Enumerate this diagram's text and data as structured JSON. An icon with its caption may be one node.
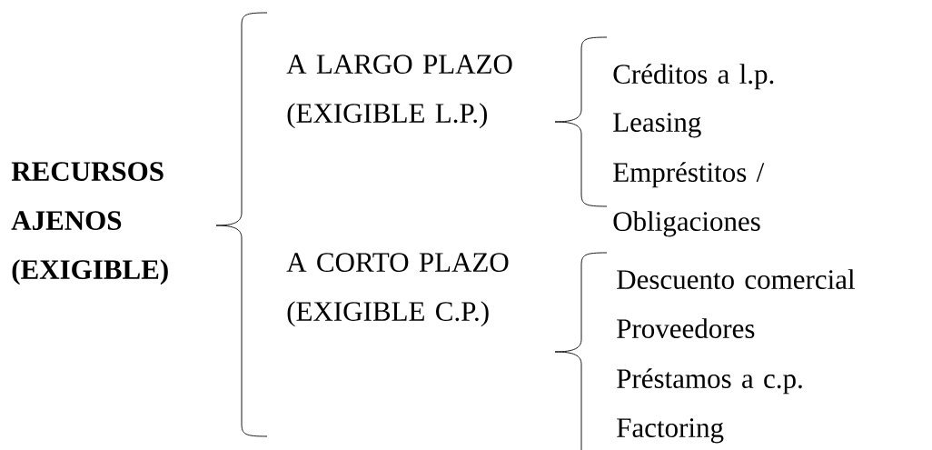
{
  "diagram": {
    "nodes": [
      {
        "text": [
          "RECURSOS AJENOS (EXIGIBLE)"
        ]
      },
      {
        "text": [
          "A LARGO PLAZO (EXIGIBLE L.P.)"
        ]
      },
      {
        "text": [
          "A CORTO PLAZO (EXIGIBLE C.P.)"
        ]
      },
      {
        "text": [
          "Créditos a l.p."
        ]
      },
      {
        "text": [
          "Leasing"
        ]
      },
      {
        "text": [
          "Empréstitos / Obligaciones"
        ]
      },
      {
        "text": [
          "Descuento comercial"
        ]
      },
      {
        "text": [
          "Proveedores"
        ]
      },
      {
        "text": [
          "Préstamos a c.p."
        ]
      },
      {
        "text": [
          "Factoring"
        ]
      }
    ]
  }
}
